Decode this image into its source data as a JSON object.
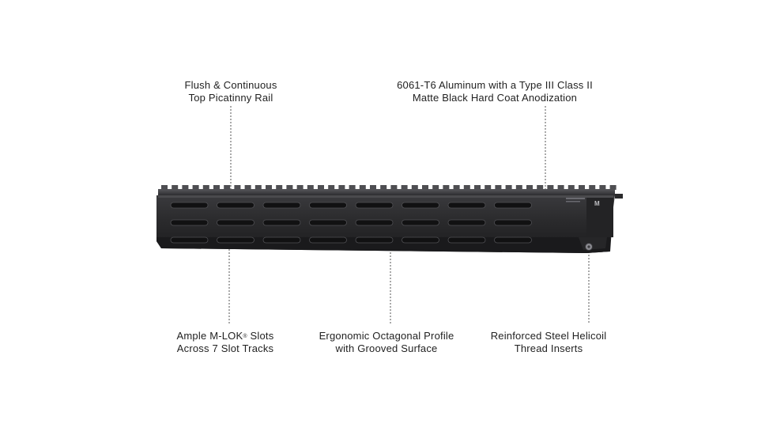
{
  "callouts": {
    "top_rail": {
      "line1": "Flush & Continuous",
      "line2": "Top Picatinny Rail"
    },
    "aluminum": {
      "line1": "6061-T6 Aluminum with a Type III Class II",
      "line2": "Matte Black Hard Coat Anodization"
    },
    "mlok": {
      "line1_pre": "Ample M-LOK",
      "line1_mark": "®",
      "line1_post": " Slots",
      "line2": "Across 7 Slot Tracks"
    },
    "profile": {
      "line1": "Ergonomic Octagonal Profile",
      "line2": "with Grooved Surface"
    },
    "helicoil": {
      "line1": "Reinforced Steel Helicoil",
      "line2": "Thread Inserts"
    }
  },
  "colors": {
    "handguard": "#2b2b2d",
    "handguard_highlight": "#4a4a4d",
    "slot": "#111112",
    "leader_line": "#555555"
  },
  "logo_text": "M"
}
